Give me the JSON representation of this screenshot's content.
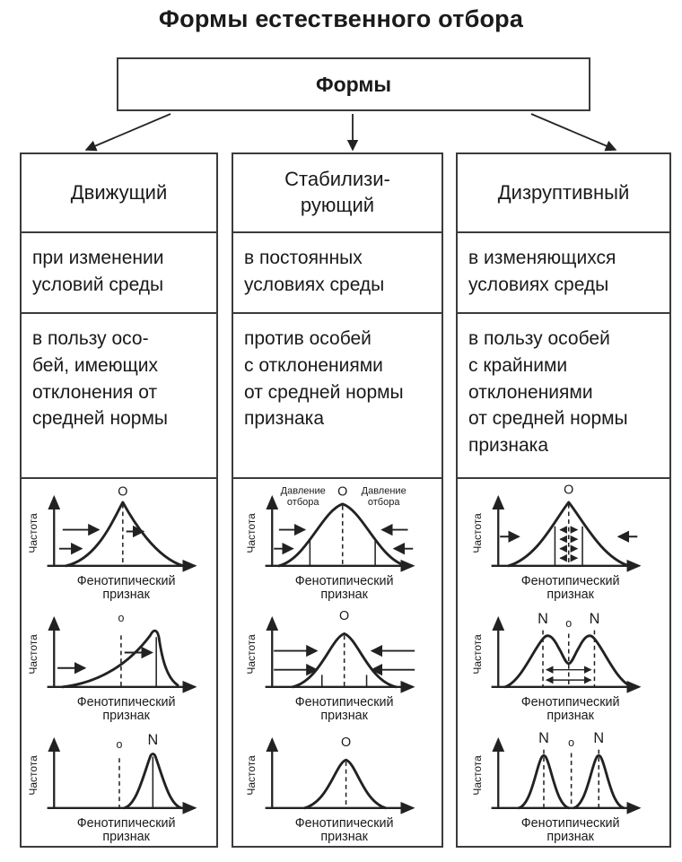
{
  "title": "Формы естественного отбора",
  "root": {
    "label": "Формы"
  },
  "columns": [
    {
      "id": "driving",
      "header": "Движущий",
      "condition": "при изменении\nусловий среды",
      "effect": "в пользу осо-\nбей, имеющих\nотклонения от\nсредней нормы"
    },
    {
      "id": "stabilizing",
      "header": "Стабилизи-\nрующий",
      "condition": "в постоянных\nусловиях среды",
      "effect": "против особей\nс отклонениями\nот средней нормы\nпризнака"
    },
    {
      "id": "disruptive",
      "header": "Дизруптивный",
      "condition": "в изменяющихся\nусловиях среды",
      "effect": "в пользу особей\nс крайними\nотклонениями\nот средней нормы\nпризнака"
    }
  ],
  "labels": {
    "freq": "Частота",
    "trait1": "Фенотипический",
    "trait2": "признак",
    "o": "О",
    "o_small": "о",
    "n": "N",
    "pressure1": "Давление",
    "pressure2": "отбора"
  },
  "colors": {
    "ink": "#1a1a1a",
    "line": "#222222",
    "border": "#3b3b3b",
    "background": "#ffffff"
  }
}
